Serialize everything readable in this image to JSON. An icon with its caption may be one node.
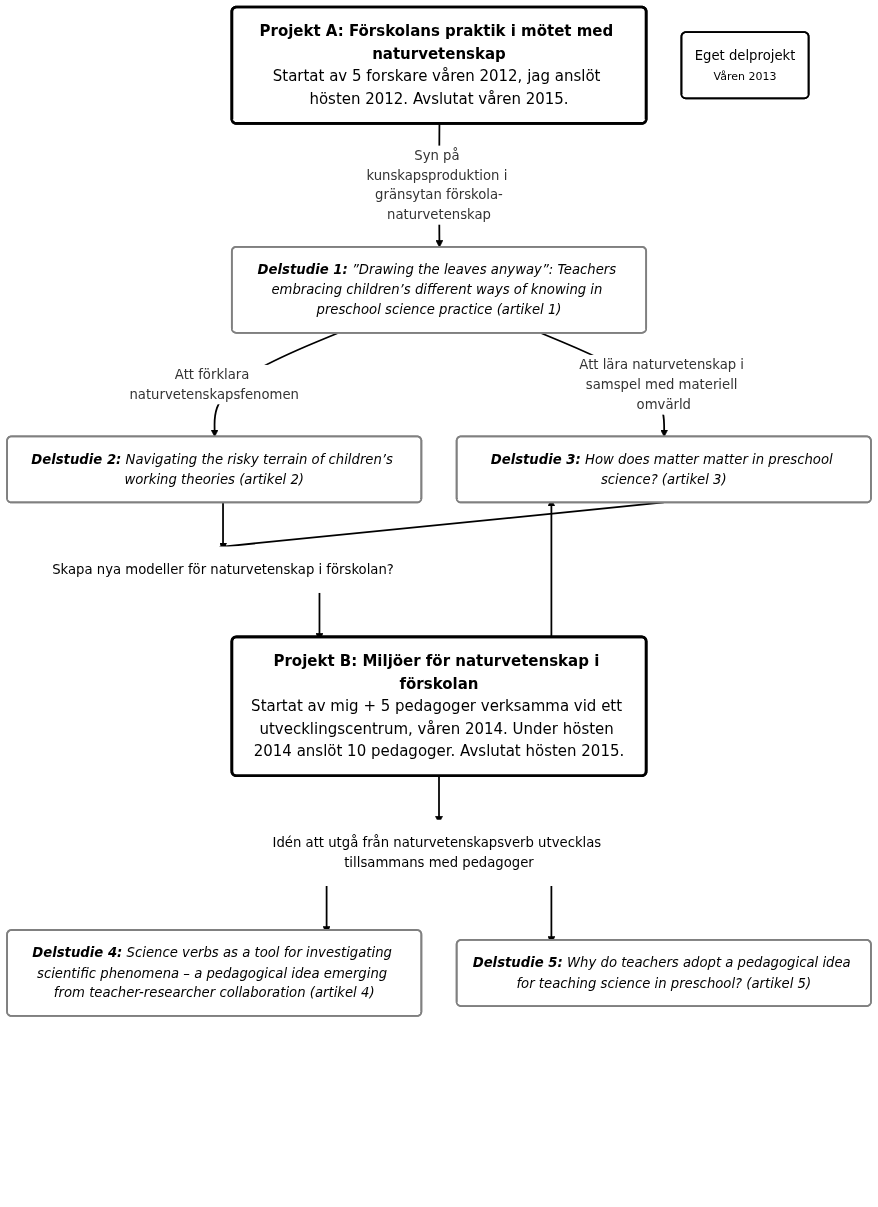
{
  "diagram": {
    "nodes": [
      {
        "text": [
          "Projekt A: Förskolans praktik i mötet med naturvetenskap",
          "Startat av 5 forskare våren 2012, jag anslöt hösten 2012. Avslutat våren 2015."
        ]
      },
      {
        "text": [
          "Eget delprojekt",
          "Våren 2013"
        ]
      },
      {
        "text": [
          "Delstudie 1:",
          "”Drawing the leaves anyway”: Teachers embracing children’s different ways of knowing in preschool science practice (artikel 1)"
        ]
      },
      {
        "text": [
          "Delstudie 2:",
          "Navigating the risky terrain of children’s working theories (artikel 2)"
        ]
      },
      {
        "text": [
          "Delstudie 3:",
          "How does matter matter in preschool science? (artikel 3)"
        ]
      },
      {
        "text": [
          "Skapa nya modeller för naturvetenskap i förskolan?"
        ]
      },
      {
        "text": [
          "Projekt B: Miljöer för naturvetenskap i förskolan",
          "Startat av mig + 5 pedagoger verksamma vid ett utvecklingscentrum, våren 2014. Under hösten 2014 anslöt 10 pedagoger. Avslutat hösten 2015."
        ]
      },
      {
        "text": [
          "Idén att utgå från naturvetenskapsverb utvecklas tillsammans med pedagoger"
        ]
      },
      {
        "text": [
          "Delstudie 4:",
          "Science verbs as a tool for investigating scientific phenomena – a pedagogical idea emerging from teacher-researcher collaboration (artikel 4)"
        ]
      },
      {
        "text": [
          "Delstudie 5:",
          "Why do teachers adopt a pedagogical idea for teaching science in preschool? (artikel 5)"
        ]
      }
    ],
    "edges": [
      {
        "from": 0,
        "to": 2,
        "arrow": "to",
        "label": "Syn på kunskapsproduktion i gränsytan förskola-naturvetenskap"
      },
      {
        "from": 2,
        "to": 3,
        "arrow": "to",
        "label": "Att förklara naturvetenskapsfenomen"
      },
      {
        "from": 2,
        "to": 4,
        "arrow": "to",
        "label": "Att lära naturvetenskap i samspel med materiell omvärld"
      },
      {
        "from": 3,
        "to": 5,
        "arrow": "to"
      },
      {
        "from": 4,
        "to": 5,
        "arrow": "to"
      },
      {
        "from": 5,
        "to": 6,
        "arrow": "to"
      },
      {
        "from": 6,
        "to": 4,
        "arrow": "to"
      },
      {
        "from": 6,
        "to": 7,
        "arrow": "to"
      },
      {
        "from": 7,
        "to": 8,
        "arrow": "to"
      },
      {
        "from": 7,
        "to": 9,
        "arrow": "to"
      }
    ]
  }
}
